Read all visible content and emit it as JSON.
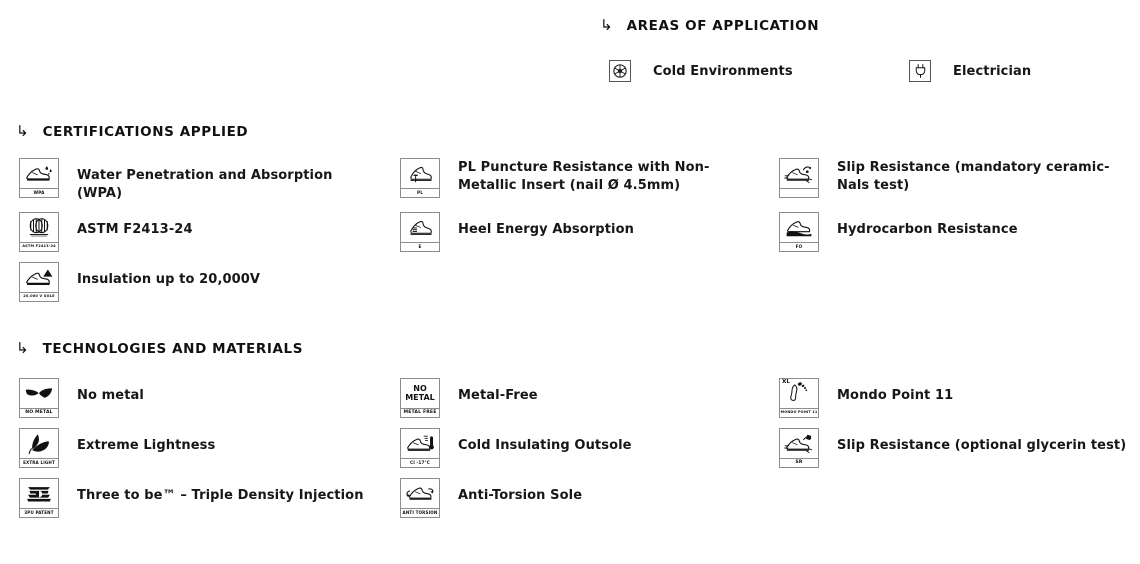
{
  "sections": {
    "areas": {
      "arrow": "↳",
      "title": "AREAS OF APPLICATION",
      "items": [
        {
          "label": "Cold Environments",
          "icon": "snowflake-icon"
        },
        {
          "label": "Electrician",
          "icon": "plug-icon"
        }
      ]
    },
    "certifications": {
      "arrow": "↳",
      "title": "CERTIFICATIONS APPLIED",
      "items": [
        {
          "label": "Water Penetration and Absorption (WPA)",
          "code": "WPA",
          "icon": "shoe-water-drops-icon"
        },
        {
          "label": "ASTM F2413-24",
          "code": "ASTM F2413-24",
          "icon": "astm-seal-icon"
        },
        {
          "label": "Insulation up to 20,000V",
          "code": "20,000 V SOLE",
          "icon": "shoe-triangle-warning-icon"
        },
        {
          "label": "PL Puncture Resistance with Non-Metallic Insert (nail Ø 4.5mm)",
          "code": "PL",
          "icon": "shoe-nail-icon"
        },
        {
          "label": "Heel Energy Absorption",
          "code": "E",
          "icon": "shoe-heel-energy-icon"
        },
        {
          "label": "Slip Resistance (mandatory ceramic-Nals test)",
          "code": "",
          "icon": "shoe-slip-icon"
        },
        {
          "label": "Hydrocarbon Resistance",
          "code": "FO",
          "icon": "shoe-oil-icon"
        }
      ]
    },
    "technologies": {
      "arrow": "↳",
      "title": "TECHNOLOGIES AND MATERIALS",
      "items": [
        {
          "label": "No metal",
          "code": "NO METAL",
          "icon": "no-metal-leaves-icon"
        },
        {
          "label": "Extreme Lightness",
          "code": "EXTRA LIGHT",
          "icon": "feather-icon"
        },
        {
          "label": "Three to be™ – Triple Density Injection",
          "code": "3PU PATENT",
          "icon": "triple-density-layers-icon"
        },
        {
          "label": "Metal-Free",
          "code": "METAL FREE",
          "icon": "no-metal-text-icon",
          "art_line1": "NO",
          "art_line2": "METAL"
        },
        {
          "label": "Cold Insulating Outsole",
          "code": "CI -17°C",
          "icon": "shoe-thermometer-icon"
        },
        {
          "label": "Anti-Torsion Sole",
          "code": "ANTI TORSION",
          "icon": "shoe-torsion-icon"
        },
        {
          "label": "Mondo Point 11",
          "code": "MONDO POINT 11",
          "icon": "footprint-xl-icon",
          "art_line1": "XL"
        },
        {
          "label": "Slip Resistance (optional glycerin test)",
          "code": "SR",
          "icon": "shoe-slip-glycerin-icon"
        }
      ]
    }
  },
  "colors": {
    "text": "#171717",
    "box_border": "#8d8d8d",
    "background": "#ffffff"
  }
}
